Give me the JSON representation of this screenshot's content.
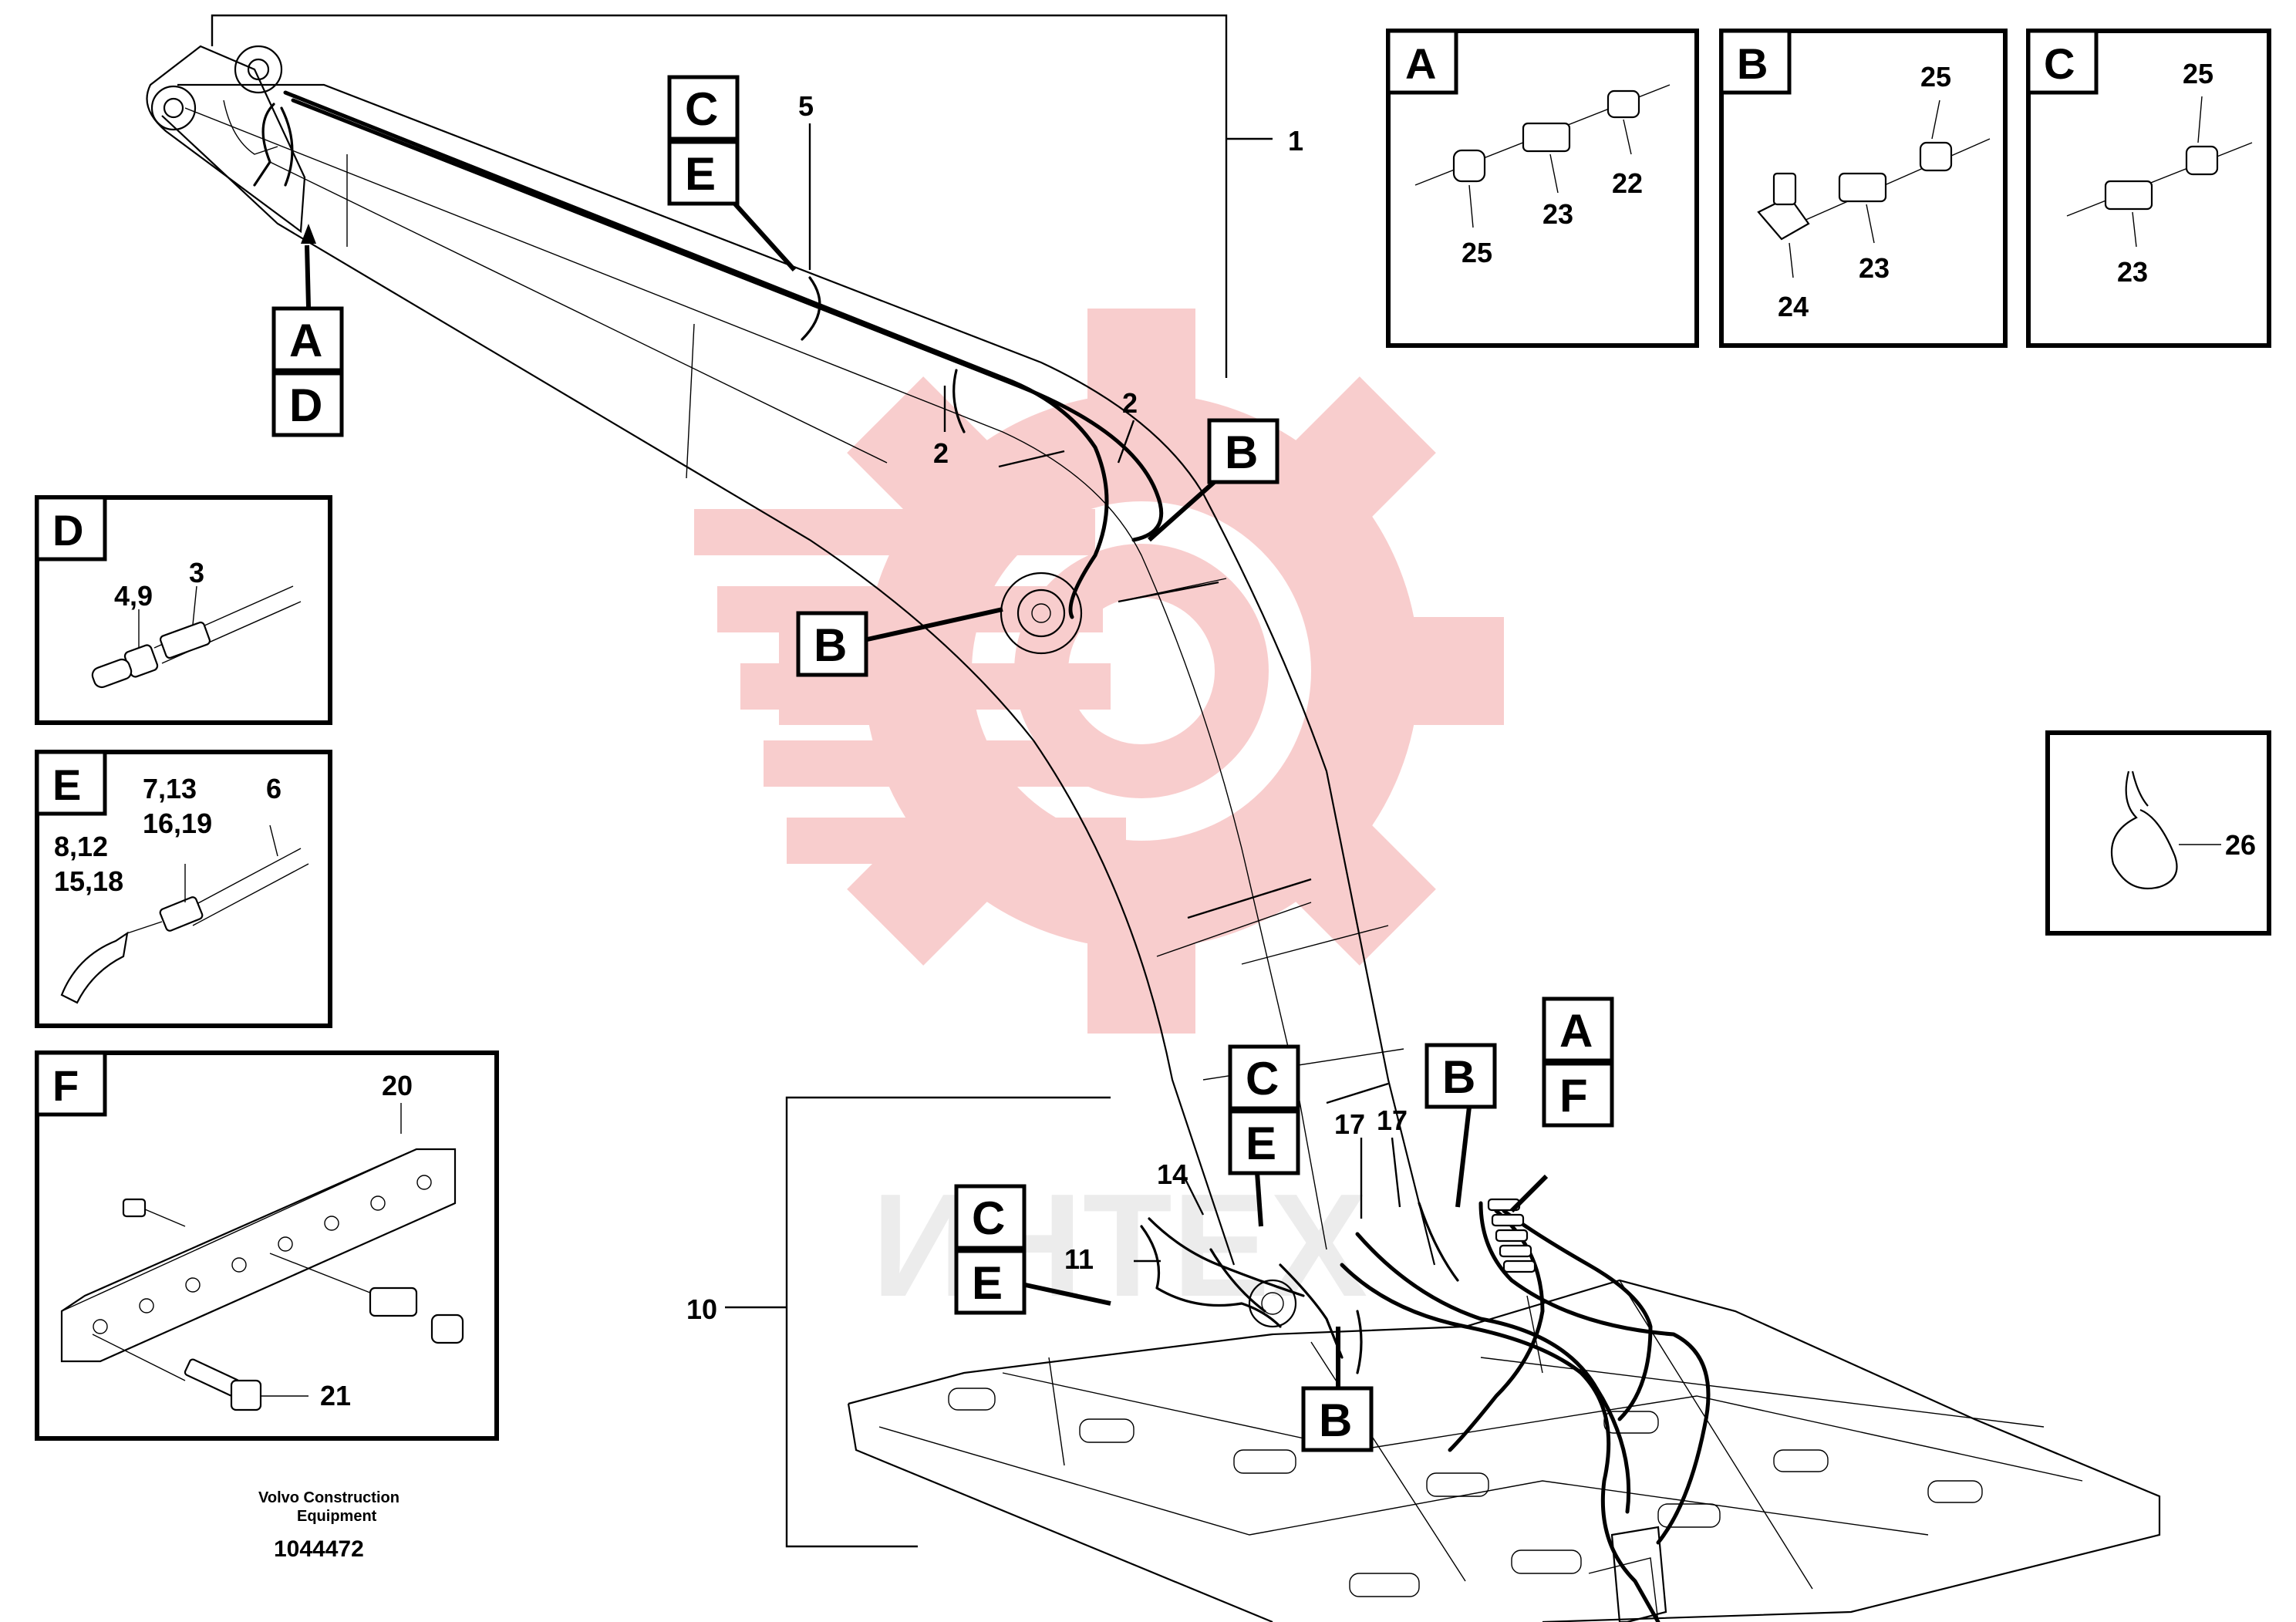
{
  "watermark": {
    "text": "ИНТЕХ",
    "color": "#f4a6a6"
  },
  "footer": {
    "company_line1": "Volvo Construction",
    "company_line2": "Equipment",
    "drawing_number": "1044472"
  },
  "callout_numbers": {
    "n1": "1",
    "n2a": "2",
    "n2b": "2",
    "n5": "5",
    "n10": "10",
    "n11": "11",
    "n14": "14",
    "n17a": "17",
    "n17b": "17"
  },
  "main_letters": {
    "topleft_A": "A",
    "topleft_D": "D",
    "top_C": "C",
    "top_E": "E",
    "boom_B_right": "B",
    "boom_B_left": "B",
    "mid_C": "C",
    "mid_E": "E",
    "left_C": "C",
    "left_E": "E",
    "bottom_B": "B",
    "right_B": "B",
    "right_A": "A",
    "right_F": "F"
  },
  "details": {
    "A": {
      "letter": "A",
      "labels": [
        "25",
        "23",
        "22"
      ]
    },
    "B": {
      "letter": "B",
      "labels": [
        "25",
        "24",
        "23"
      ]
    },
    "C": {
      "letter": "C",
      "labels": [
        "25",
        "23"
      ]
    },
    "D": {
      "letter": "D",
      "labels": [
        "4,9",
        "3"
      ]
    },
    "E": {
      "letter": "E",
      "labels": [
        "7,13",
        "16,19",
        "6",
        "8,12",
        "15,18"
      ]
    },
    "F": {
      "letter": "F",
      "labels": [
        "20",
        "21"
      ]
    },
    "clip": {
      "label": "26"
    }
  }
}
